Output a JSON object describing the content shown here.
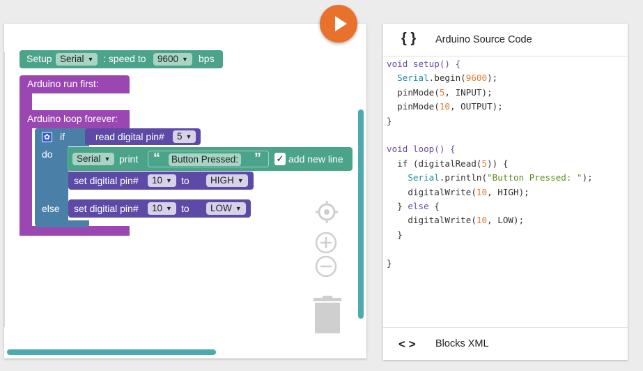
{
  "run_button": {
    "icon": "play-icon"
  },
  "blocks": {
    "setup": {
      "label": "Setup",
      "port": "Serial",
      "colon_speed": ": speed to",
      "speed": "9600",
      "unit": "bps"
    },
    "run_first": {
      "label": "Arduino run first:"
    },
    "loop_forever": {
      "label": "Arduino loop forever:"
    },
    "if_block": {
      "if_label": "if",
      "do_label": "do",
      "else_label": "else",
      "gear_icon": "gear-icon"
    },
    "read_pin": {
      "label": "read digital pin#",
      "pin": "5"
    },
    "serial_print": {
      "port": "Serial",
      "label": "print",
      "open_quote": "“",
      "text": "Button Pressed: ",
      "close_quote": "”",
      "check": "✓",
      "newline_label": "add new line"
    },
    "set_pin_high": {
      "label": "set digitial pin#",
      "pin": "10",
      "to": "to",
      "value": "HIGH"
    },
    "set_pin_low": {
      "label": "set digitial pin#",
      "pin": "10",
      "to": "to",
      "value": "LOW"
    }
  },
  "workspace_controls": {
    "recenter": "target-icon",
    "zoom_in": "zoom-in-icon",
    "zoom_out": "zoom-out-icon",
    "trash": "trash-icon"
  },
  "code_panel": {
    "header_icon": "{ }",
    "header_title": "Arduino Source Code",
    "footer_icon": "< >",
    "footer_title": "Blocks XML",
    "code": [
      [
        {
          "t": "void setup() {",
          "c": "kw"
        }
      ],
      [
        {
          "t": "  "
        },
        {
          "t": "Serial",
          "c": "cls"
        },
        {
          "t": ".begin("
        },
        {
          "t": "9600",
          "c": "num"
        },
        {
          "t": ");"
        }
      ],
      [
        {
          "t": "  pinMode("
        },
        {
          "t": "5",
          "c": "num"
        },
        {
          "t": ", INPUT);"
        }
      ],
      [
        {
          "t": "  pinMode("
        },
        {
          "t": "10",
          "c": "num"
        },
        {
          "t": ", OUTPUT);"
        }
      ],
      [
        {
          "t": "}"
        }
      ],
      [
        {
          "t": ""
        }
      ],
      [
        {
          "t": "void loop() {",
          "c": "kw"
        }
      ],
      [
        {
          "t": "  if (digitalRead("
        },
        {
          "t": "5",
          "c": "num"
        },
        {
          "t": ")) {"
        }
      ],
      [
        {
          "t": "    "
        },
        {
          "t": "Serial",
          "c": "cls"
        },
        {
          "t": ".println("
        },
        {
          "t": "\"Button Pressed: \"",
          "c": "str"
        },
        {
          "t": ");"
        }
      ],
      [
        {
          "t": "    digitalWrite("
        },
        {
          "t": "10",
          "c": "num"
        },
        {
          "t": ", HIGH);"
        }
      ],
      [
        {
          "t": "  } "
        },
        {
          "t": "else",
          "c": "kw"
        },
        {
          "t": " {"
        }
      ],
      [
        {
          "t": "    digitalWrite("
        },
        {
          "t": "10",
          "c": "num"
        },
        {
          "t": ", LOW);"
        }
      ],
      [
        {
          "t": "  }"
        }
      ],
      [
        {
          "t": ""
        }
      ],
      [
        {
          "t": "}"
        }
      ]
    ]
  },
  "colors": {
    "accent": "#e8722c",
    "serial_green": "#4ba38a",
    "arduino_purple": "#9a47b2",
    "logic_blue": "#4a7fa8",
    "io_indigo": "#5d4aa6",
    "scrollbar": "#4cabb0"
  }
}
